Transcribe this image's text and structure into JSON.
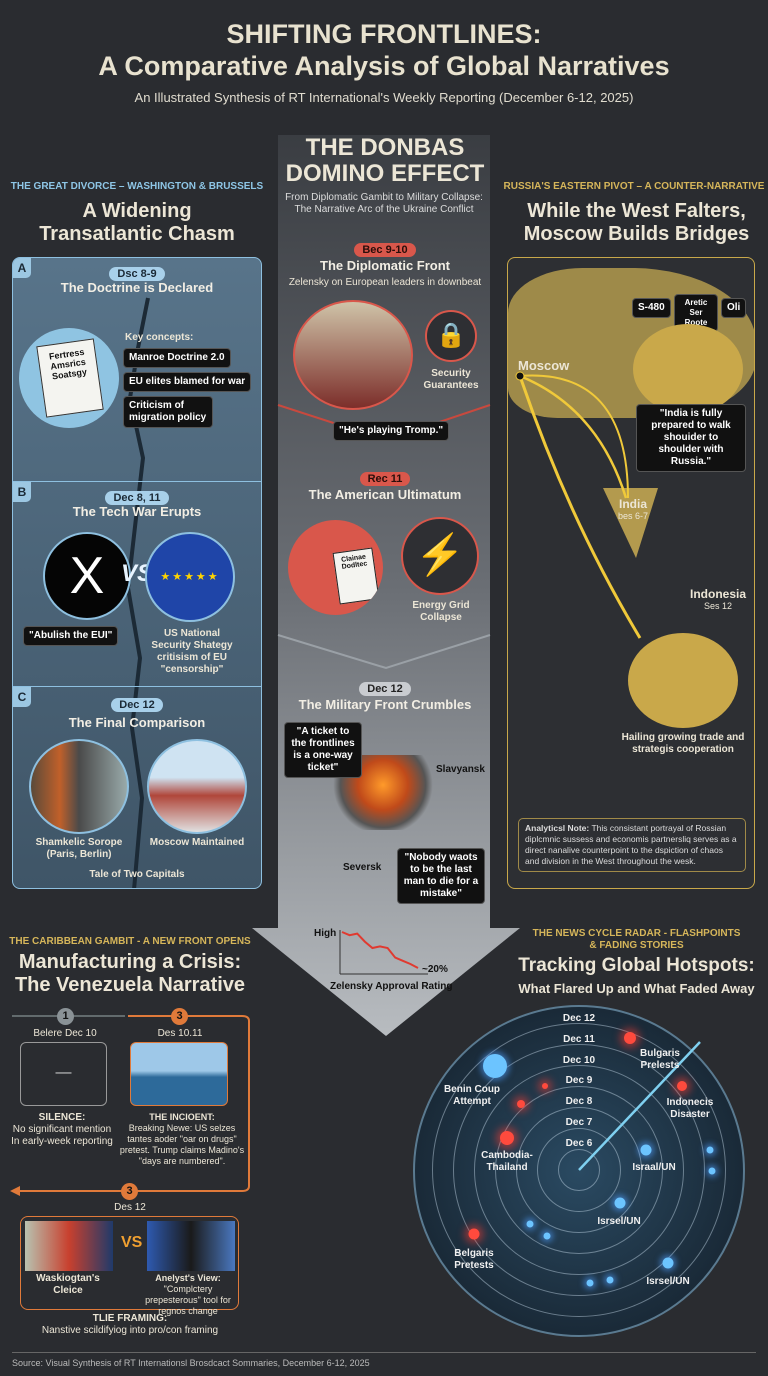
{
  "header": {
    "title_line1": "SHIFTING FRONTLINES:",
    "title_line2": "A Comparative Analysis of Global Narratives",
    "subtitle": "An Illustrated Synthesis of RT International's Weekly Reporting (December 6-12, 2025)"
  },
  "left": {
    "kicker": "THE GREAT DIVORCE – WASHINGTON & BRUSSELS",
    "title_line1": "A Widening",
    "title_line2": "Transatlantic Chasm",
    "a": {
      "letter": "A",
      "date": "Dsc 8-9",
      "title": "The Doctrine is Declared",
      "doc_title": "Fertress Amsrics Soatsgy",
      "key_label": "Key concepts:",
      "concepts": [
        "Manroe Doctrine 2.0",
        "EU elites blamed for war",
        "Criticism of migration policy"
      ]
    },
    "b": {
      "letter": "B",
      "date": "Dec 8, 11",
      "title": "The Tech War Erupts",
      "x_logo": "X",
      "vs": "VS",
      "quote": "\"Abulish the EUI\"",
      "caption": "US National Security Shategy critisism of EU \"censorship\""
    },
    "c": {
      "letter": "C",
      "date": "Dec 12",
      "title": "The Final Comparison",
      "left_caption": "Shamkelic Sorope (Paris, Berlin)",
      "right_caption": "Moscow Maintained",
      "footer": "Tale of Two Capitals"
    }
  },
  "center": {
    "title_line1": "THE DONBAS",
    "title_line2": "DOMINO EFFECT",
    "subtitle": "From Diplomatic Gambit to Military Collapse: The Narrative Arc of the Ukraine Conflict",
    "s1": {
      "date": "Bec 9-10",
      "title": "The Diplomatic Front",
      "desc": "Zelensky on European leaders in downbeat",
      "quote": "\"He's playing Tromp.\"",
      "icon_label": "Security Guarantees"
    },
    "s2": {
      "date": "Rec 11",
      "title": "The American Ultimatum",
      "doc": "Clainae Dodltec",
      "icon_label": "Energy Grid Collapse"
    },
    "s3": {
      "date": "Dec 12",
      "title": "The Military Front Crumbles",
      "quote1": "\"A ticket to the frontlines is a one-way ticket\"",
      "place1": "Slavyansk",
      "place2": "Seversk",
      "quote2": "\"Nobody waots to be the last man to die for a mistake\""
    },
    "chart_data": {
      "type": "line",
      "title": "Zelensky Approval Rating",
      "ylabel_top": "High",
      "end_label": "~20%",
      "values": [
        100,
        96,
        98,
        88,
        80,
        82,
        80,
        68,
        64,
        60,
        55
      ]
    }
  },
  "right": {
    "kicker": "RUSSIA'S EASTERN PIVOT – A COUNTER-NARRATIVE",
    "title_line1": "While the West Falters,",
    "title_line2": "Moscow Builds Bridges",
    "moscow": "Moscow",
    "tags": [
      "S-480",
      "Aretic Ser Roote",
      "Oli"
    ],
    "india_quote": "\"India is fully prepared to walk shouider to shoulder with Russia.\"",
    "india": "India",
    "india_date": "bes 6-7",
    "indonesia": "Indonesia",
    "indonesia_date": "Ses 12",
    "indonesia_caption": "Hailing growing trade and strategis cooperation",
    "note_label": "Analyticsl Note:",
    "note_text": " This consistant portrayal of Rossian diplcmnic sussess and economis partnersliq serves as a direct nanalive counterpoint to the dspiction of chaos and division in the West throughout the wesk."
  },
  "venezuela": {
    "kicker": "THE CARIBBEAN GAMBIT - A NEW FRONT OPENS",
    "title_line1": "Manufacturing a Crisis:",
    "title_line2": "The Venezuela Narrative",
    "step1": {
      "num": "1",
      "date": "Belere Dec 10",
      "dash": "—",
      "head": "SILENCE:",
      "text": "No significant mention In early-week reporting"
    },
    "step2": {
      "num": "3",
      "date": "Des 10.11",
      "head": "THE INCIOENT:",
      "text": "Breaking Newe: US selzes tantes aoder \"oar on drugs\" pretest. Trump claims Madino's \"days are numbered\"."
    },
    "step3": {
      "num": "3",
      "date": "Des 12",
      "left_caption": "Waskiogtan's Cleice",
      "vs": "VS",
      "right_head": "Anelyst's View:",
      "right_text": "\"Complctery prepesterous\" tool for regnos change",
      "framing_head": "TLIE FRAMING:",
      "framing_text": "Nanstive scildifyiog into pro/con framing"
    }
  },
  "radar": {
    "kicker_line1": "THE NEWS CYCLE RADAR - FLASHPOINTS",
    "kicker_line2": "& FADING STORIES",
    "title": "Tracking Global Hotspots:",
    "subtitle": "What Flared Up and What Faded Away",
    "rings": [
      "Dec 12",
      "Dec 11",
      "Dec 10",
      "Dec 9",
      "Dec 8",
      "Dec 7",
      "Dec 6"
    ],
    "labels": [
      "Bulgaris Prelests",
      "Benin Coup Attempt",
      "Indonecis Disaster",
      "Cambodia-Thailand",
      "Israal/UN",
      "Isrsel/UN",
      "Belgaris Pretests",
      "Isrsel/UN"
    ],
    "colors": {
      "flare": "#ff4a3d",
      "fade": "#6cc4ff"
    }
  },
  "footer": {
    "source": "Source: Visual Synthesis of RT Internationsl Brosdcact Sommaries, December 6-12, 2025"
  }
}
